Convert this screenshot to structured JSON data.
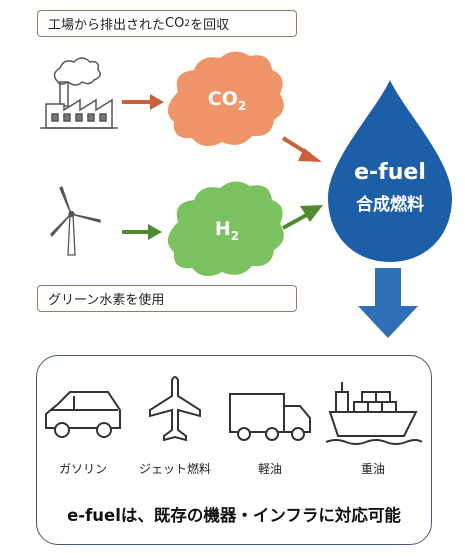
{
  "top_box": {
    "text_before": "工場から排出された",
    "co": "CO",
    "sub": "2",
    "text_after": "を回収"
  },
  "green_box": {
    "text": "グリーン水素を使用"
  },
  "co2_cloud": {
    "main": "CO",
    "sub": "2",
    "color": "#f0956a"
  },
  "h2_cloud": {
    "main": "H",
    "sub": "2",
    "color": "#7cc160"
  },
  "drop": {
    "line1": "e-fuel",
    "line2": "合成燃料",
    "color": "#1c5fa8"
  },
  "colors": {
    "arrow_orange": "#c9623a",
    "arrow_green": "#4f8a33",
    "arrow_blue": "#2e6fb5",
    "box_border": "#9a7a62"
  },
  "icons": [
    "factory-icon",
    "wind-turbine-icon",
    "car-icon",
    "airplane-icon",
    "truck-icon",
    "ship-icon"
  ],
  "vehicles": [
    {
      "icon": "car-icon",
      "label": "ガソリン"
    },
    {
      "icon": "airplane-icon",
      "label": "ジェット燃料"
    },
    {
      "icon": "truck-icon",
      "label": "軽油"
    },
    {
      "icon": "ship-icon",
      "label": "重油"
    }
  ],
  "bottom_text": "e-fuelは、既存の機器・インフラに対応可能"
}
